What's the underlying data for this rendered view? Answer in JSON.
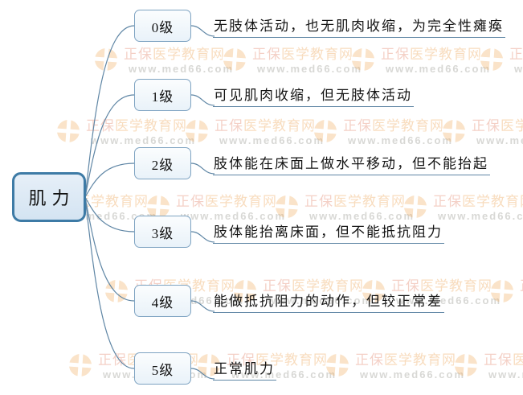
{
  "root": {
    "label": "肌力"
  },
  "branches": [
    {
      "label": "0级",
      "desc": "无肢体活动，也无肌肉收缩，为完全性瘫痪"
    },
    {
      "label": "1级",
      "desc": "可见肌肉收缩，但无肢体活动"
    },
    {
      "label": "2级",
      "desc": "肢体能在床面上做水平移动，但不能抬起"
    },
    {
      "label": "3级",
      "desc": "肢体能抬离床面，但不能抵抗阻力"
    },
    {
      "label": "4级",
      "desc": "能做抵抗阻力的动作，但较正常差"
    },
    {
      "label": "5级",
      "desc": "正常肌力"
    }
  ],
  "watermark": {
    "brand_prefix": "正保",
    "brand_suffix": "医学教育网",
    "url": "www.med66.com"
  },
  "colors": {
    "root_border": "#3e7ba6",
    "root_fill": "#d9e7f3",
    "box_border": "#7ea3c2",
    "box_fill": "#eef5fa",
    "connector_line": "#5f86a5",
    "watermark_orange": "#eea85c",
    "watermark_red": "#de6e4e",
    "watermark_gray": "#a8a8a2"
  }
}
